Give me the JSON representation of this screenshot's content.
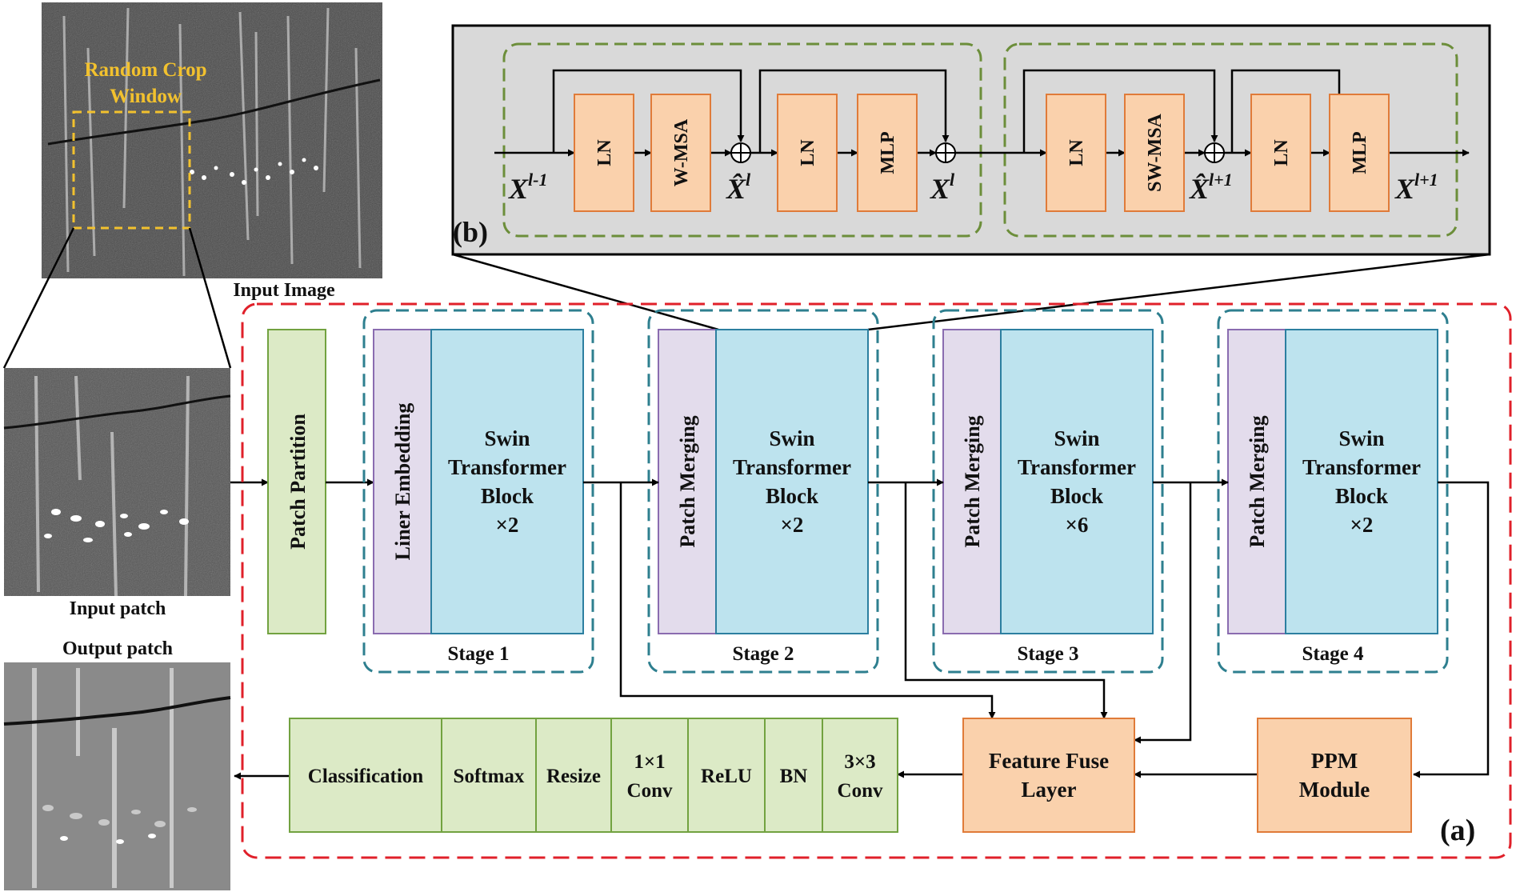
{
  "images": {
    "input_image_label": "Input Image",
    "crop_label_line1": "Random Crop",
    "crop_label_line2": "Window",
    "input_patch_label": "Input patch",
    "output_patch_label": "Output patch"
  },
  "panel_a": {
    "tag": "(a)",
    "patch_partition": "Patch Partition",
    "stages": [
      {
        "label": "Stage 1",
        "side": "Liner Embedding",
        "block_l1": "Swin",
        "block_l2": "Transformer",
        "block_l3": "Block",
        "block_l4": "×2"
      },
      {
        "label": "Stage 2",
        "side": "Patch Merging",
        "block_l1": "Swin",
        "block_l2": "Transformer",
        "block_l3": "Block",
        "block_l4": "×2"
      },
      {
        "label": "Stage 3",
        "side": "Patch Merging",
        "block_l1": "Swin",
        "block_l2": "Transformer",
        "block_l3": "Block",
        "block_l4": "×6"
      },
      {
        "label": "Stage 4",
        "side": "Patch Merging",
        "block_l1": "Swin",
        "block_l2": "Transformer",
        "block_l3": "Block",
        "block_l4": "×2"
      }
    ],
    "feature_fuse_l1": "Feature Fuse",
    "feature_fuse_l2": "Layer",
    "ppm_l1": "PPM",
    "ppm_l2": "Module",
    "decoder": [
      {
        "l1": "Classification",
        "l2": ""
      },
      {
        "l1": "Softmax",
        "l2": ""
      },
      {
        "l1": "Resize",
        "l2": ""
      },
      {
        "l1": "1×1",
        "l2": "Conv"
      },
      {
        "l1": "ReLU",
        "l2": ""
      },
      {
        "l1": "BN",
        "l2": ""
      },
      {
        "l1": "3×3",
        "l2": "Conv"
      }
    ]
  },
  "panel_b": {
    "tag": "(b)",
    "block1": {
      "ln1": "LN",
      "msa": "W-MSA",
      "ln2": "LN",
      "mlp": "MLP"
    },
    "block2": {
      "ln1": "LN",
      "msa": "SW-MSA",
      "ln2": "LN",
      "mlp": "MLP"
    },
    "vars": {
      "x_in": "X",
      "x_in_sup": "l-1",
      "xhat1": "X̂",
      "xhat1_sup": "l",
      "x_mid": "X",
      "x_mid_sup": "l",
      "xhat2": "X̂",
      "xhat2_sup": "l+1",
      "x_out": "X",
      "x_out_sup": "l+1"
    }
  },
  "colors": {
    "orange_fill": "#FAD1AC",
    "orange_stroke": "#E07B39",
    "green_fill": "#DCEAC6",
    "green_stroke": "#72A240",
    "blue_fill": "#BDE3EE",
    "blue_stroke": "#2C7FA0",
    "purple_fill": "#E3DCEC",
    "purple_stroke": "#8A6CB0",
    "red_dash": "#E0202A",
    "teal_dash": "#2E7F8F",
    "olive_dash": "#6C8E3A",
    "panel_b_bg": "#D9D9D9",
    "crop_yellow": "#F2C12E"
  }
}
